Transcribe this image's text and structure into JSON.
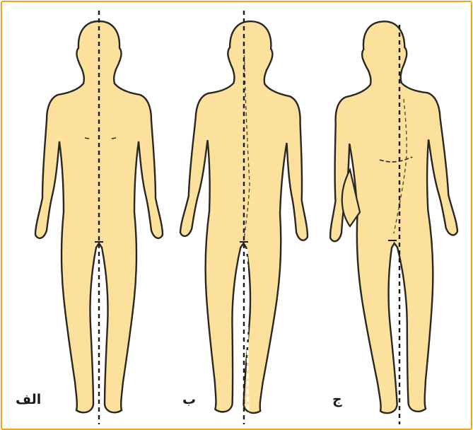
{
  "figure": {
    "colors": {
      "frame": "#f0a51e",
      "body_fill": "#fbe19c",
      "outline": "#2a2620",
      "plumb_line": "#1a1a1a"
    },
    "panels": [
      {
        "id": "a",
        "label": "الف",
        "posture": "normal-alignment"
      },
      {
        "id": "b",
        "label": "ب",
        "posture": "slight-lateral-deviation"
      },
      {
        "id": "c",
        "label": "ج",
        "posture": "lateral-pelvic-tilt"
      }
    ]
  }
}
